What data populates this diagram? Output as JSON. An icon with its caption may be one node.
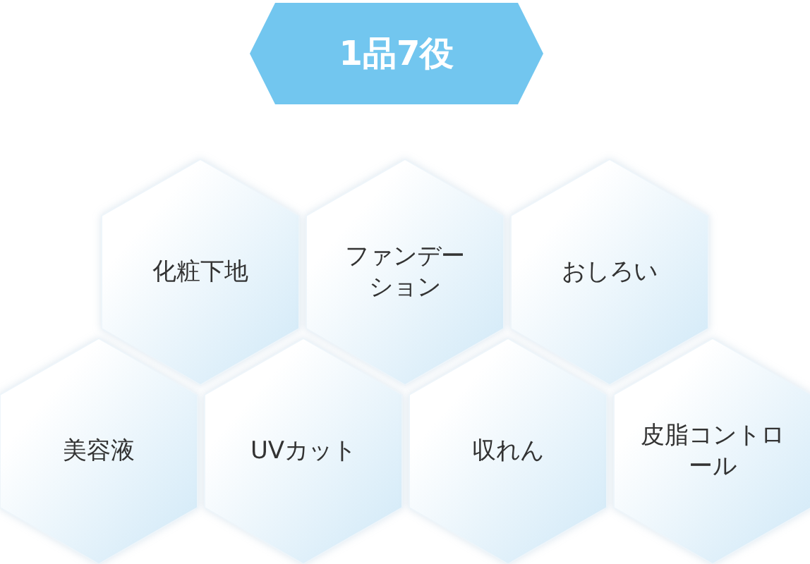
{
  "diagram": {
    "title": "1品7役",
    "nodes": [
      {
        "text": [
          "化粧下地"
        ]
      },
      {
        "text": [
          "ファンデーション"
        ]
      },
      {
        "text": [
          "おしろい"
        ]
      },
      {
        "text": [
          "美容液"
        ]
      },
      {
        "text": [
          "UVカット"
        ]
      },
      {
        "text": [
          "収れん"
        ]
      },
      {
        "text": [
          "皮脂コントロール"
        ]
      }
    ]
  }
}
